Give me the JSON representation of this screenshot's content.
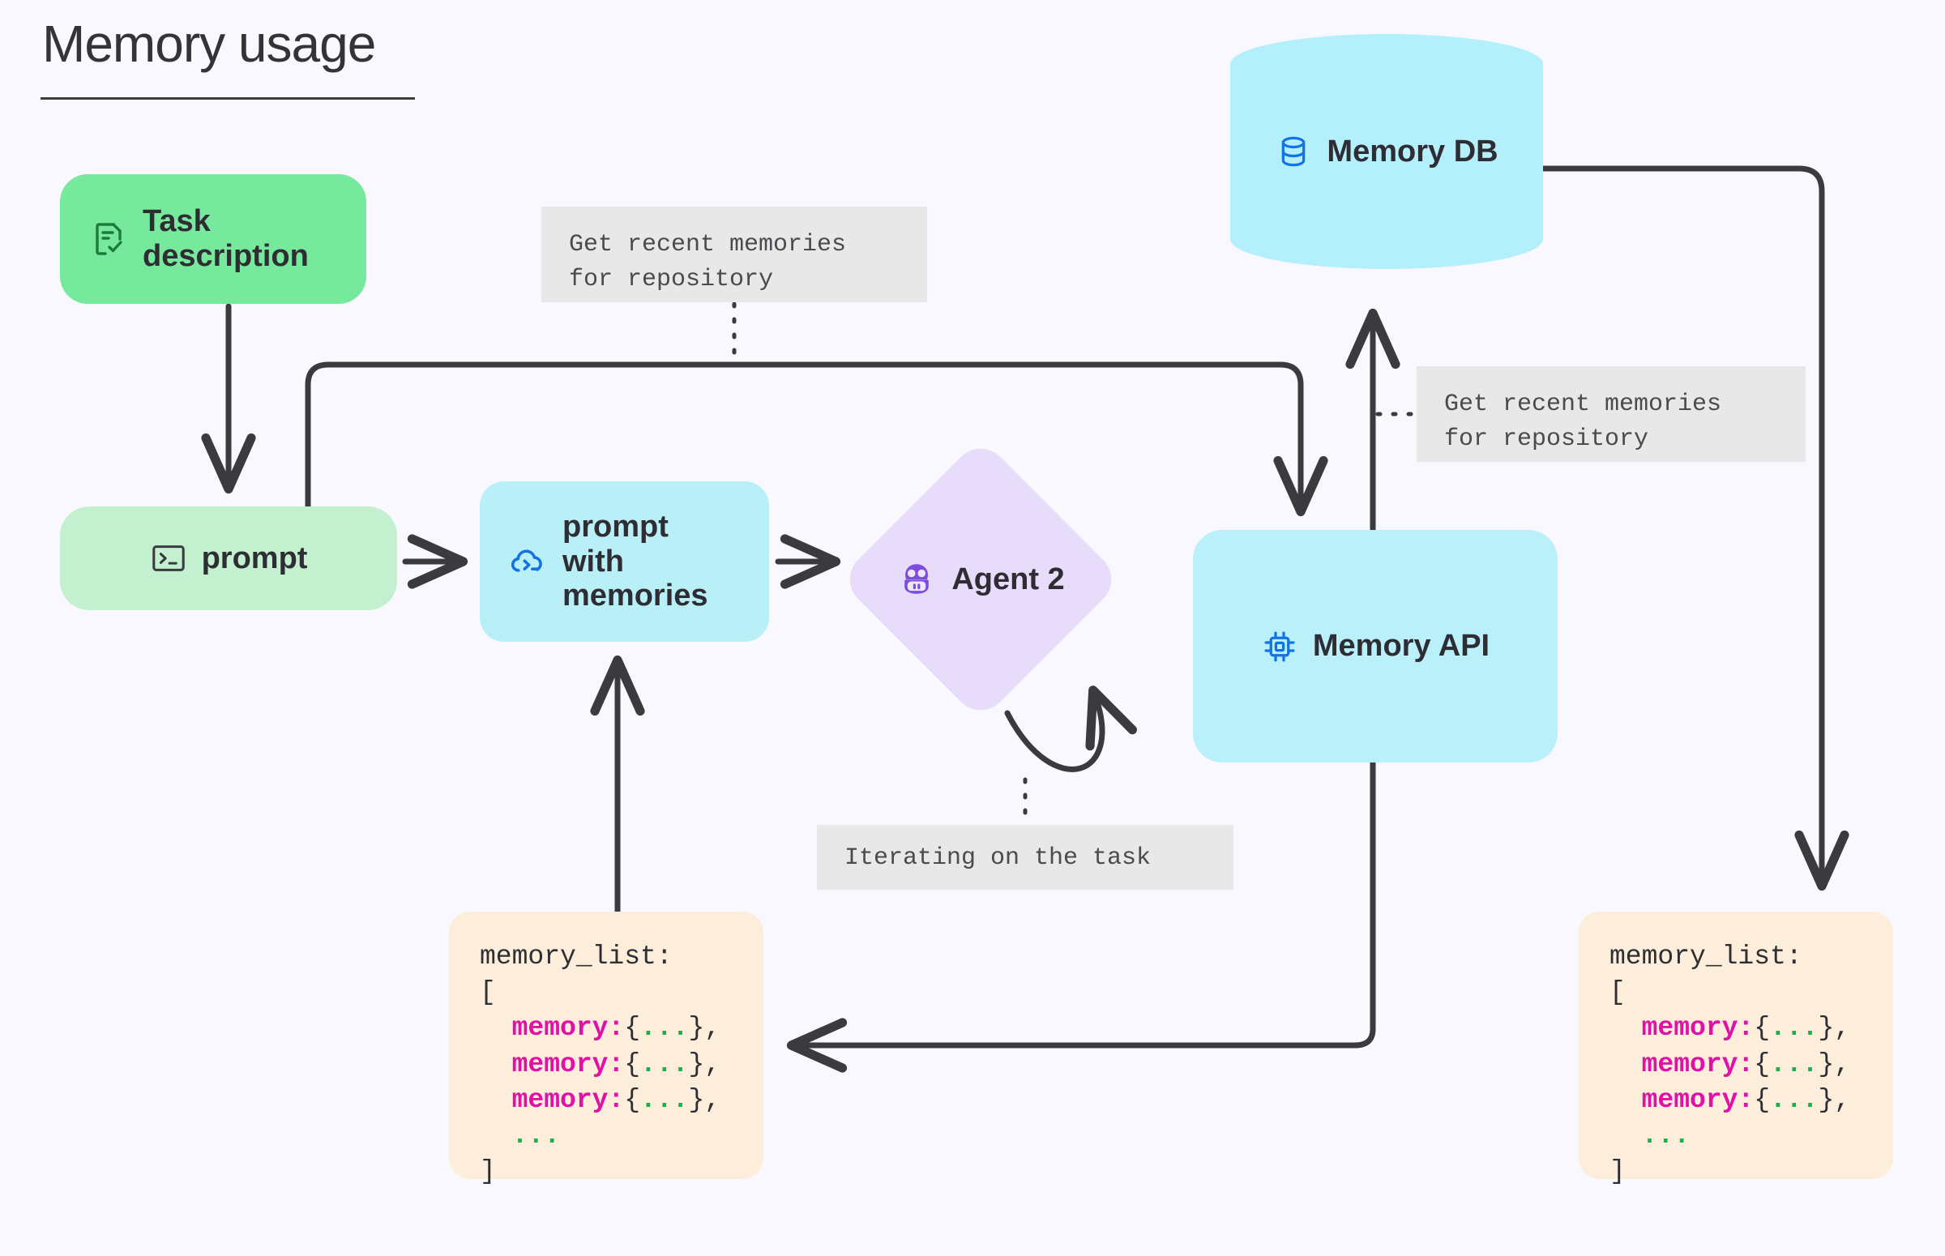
{
  "page": {
    "title": "Memory usage",
    "background_color": "#faf8ff"
  },
  "nodes": [
    {
      "id": "task-description",
      "label": "Task\ndescription",
      "icon": "document-check-icon",
      "shape": "rounded-rect",
      "color": "#77e99c"
    },
    {
      "id": "prompt",
      "label": "prompt",
      "icon": "terminal-icon",
      "shape": "rounded-rect",
      "color": "#c3f0ce"
    },
    {
      "id": "prompt-with-memories",
      "label": "prompt\nwith\nmemories",
      "icon": "cloud-terminal-icon",
      "shape": "rounded-rect",
      "color": "#b9f0f8"
    },
    {
      "id": "agent-2",
      "label": "Agent 2",
      "icon": "robot-icon",
      "shape": "diamond",
      "color": "#e7ddfb"
    },
    {
      "id": "memory-db",
      "label": "Memory DB",
      "icon": "database-icon",
      "shape": "cylinder",
      "color": "#b4f0fb"
    },
    {
      "id": "memory-api",
      "label": "Memory API",
      "icon": "chip-icon",
      "shape": "rounded-rect",
      "color": "#baf0fa"
    }
  ],
  "notes": {
    "top_get_recent": "Get recent memories\nfor repository",
    "right_get_recent": "Get recent memories\nfor repository",
    "iterating": "Iterating on the task"
  },
  "code_blocks": {
    "left": {
      "header": "memory_list:",
      "open": "[",
      "entries": [
        {
          "key": "memory:",
          "open": "{",
          "dots": "...",
          "close": "},"
        },
        {
          "key": "memory:",
          "open": "{",
          "dots": "...",
          "close": "},"
        },
        {
          "key": "memory:",
          "open": "{",
          "dots": "...",
          "close": "},"
        }
      ],
      "ellipsis": "...",
      "close": "]"
    },
    "right": {
      "header": "memory_list:",
      "open": "[",
      "entries": [
        {
          "key": "memory:",
          "open": "{",
          "dots": "...",
          "close": "},"
        },
        {
          "key": "memory:",
          "open": "{",
          "dots": "...",
          "close": "},"
        },
        {
          "key": "memory:",
          "open": "{",
          "dots": "...",
          "close": "},"
        }
      ],
      "ellipsis": "...",
      "close": "]"
    }
  },
  "colors": {
    "edge": "#3a3a3f",
    "note_bg": "#e8e8e8",
    "code_bg": "#fdeedb",
    "key_magenta": "#e010a8",
    "dots_green": "#12b34a",
    "icon_blue": "#1373e6",
    "icon_green": "#1b7a3c",
    "icon_purple": "#7c4ddd"
  }
}
